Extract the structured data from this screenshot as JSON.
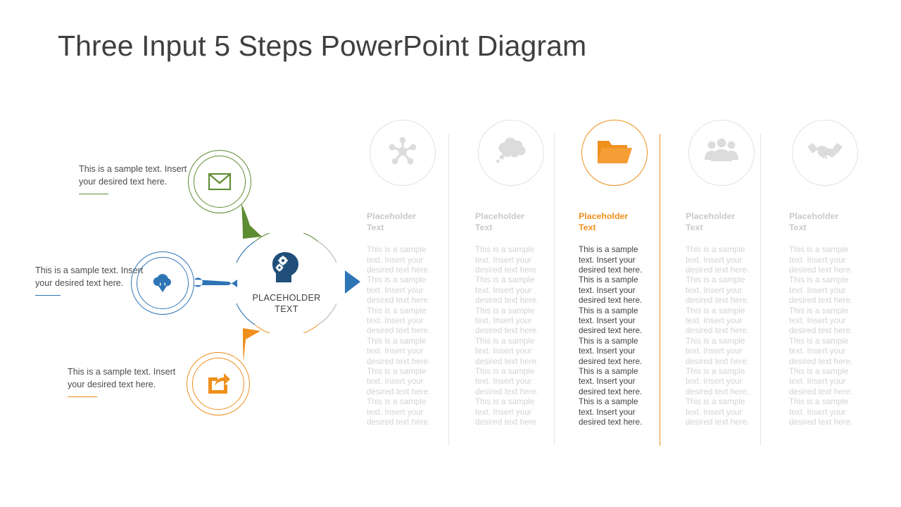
{
  "slide": {
    "title": "Three Input 5 Steps PowerPoint Diagram"
  },
  "colors": {
    "green": "#5e8c32",
    "blue": "#2e75b6",
    "orange": "#ef8f1c",
    "gray": "#d3d3d3",
    "text_dark": "#3f3f41"
  },
  "hub": {
    "icon": "head-with-gears-icon",
    "label": "PLACEHOLDER\nTEXT"
  },
  "inputs": [
    {
      "id": "input-1",
      "text": "This is a sample text. Insert your desired text here.",
      "icon": "envelope-icon",
      "color": "#5e8c32"
    },
    {
      "id": "input-2",
      "text": "This is a sample text. Insert your desired text here.",
      "icon": "cloud-download-icon",
      "color": "#2e75b6"
    },
    {
      "id": "input-3",
      "text": "This is a sample text. Insert your desired text here.",
      "icon": "share-export-icon",
      "color": "#ef8f1c"
    }
  ],
  "steps": [
    {
      "id": "step-1",
      "icon": "network-hub-icon",
      "heading": "Placeholder\nText",
      "body": "This is a sample text. Insert your desired text here. This is a sample text. Insert your desired text here. This is a sample text. Insert your desired text here. This is a sample text. Insert your desired text here. This is a sample text. Insert your desired text here. This is a sample text. Insert your desired text here.",
      "active": false
    },
    {
      "id": "step-2",
      "icon": "thought-cloud-icon",
      "heading": "Placeholder\nText",
      "body": "This is a sample text. Insert your desired text here. This is a sample text. Insert your desired text here. This is a sample text. Insert your desired text here. This is a sample text. Insert your desired text here. This is a sample text. Insert your desired text here. This is a sample text. Insert your desired text here.",
      "active": false
    },
    {
      "id": "step-3",
      "icon": "open-folder-icon",
      "heading": "Placeholder\nText",
      "body": "This is a sample text. Insert your desired text here. This is a sample text. Insert your desired text here. This is a sample text. Insert your desired text here. This is a sample text. Insert your desired text here. This is a sample text. Insert your desired text here. This is a sample text. Insert your desired text here.",
      "active": true
    },
    {
      "id": "step-4",
      "icon": "people-group-icon",
      "heading": "Placeholder\nText",
      "body": "This is a sample text. Insert your desired text here. This is a sample text. Insert your desired text here. This is a sample text. Insert your desired text here. This is a sample text. Insert your desired text here. This is a sample text. Insert your desired text here. This is a sample text. Insert your desired text here.",
      "active": false
    },
    {
      "id": "step-5",
      "icon": "handshake-icon",
      "heading": "Placeholder\nText",
      "body": "This is a sample text. Insert your desired text here. This is a sample text. Insert your desired text here. This is a sample text. Insert your desired text here. This is a sample text. Insert your desired text here. This is a sample text. Insert your desired text here. This is a sample text. Insert your desired text here.",
      "active": false
    }
  ]
}
